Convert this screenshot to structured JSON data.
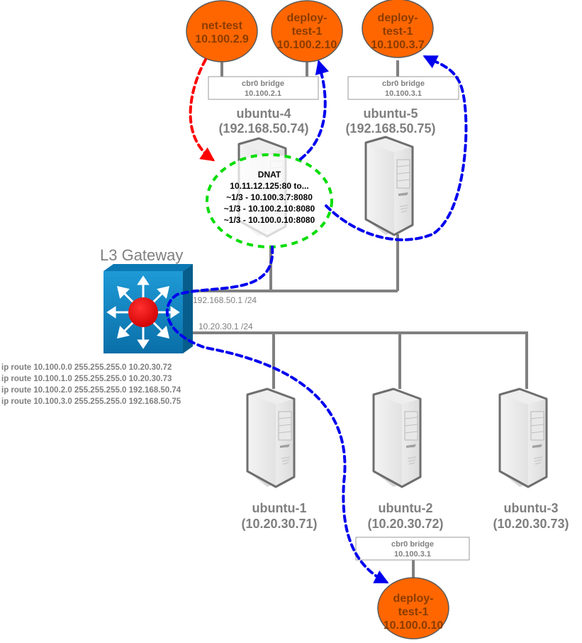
{
  "gateway": {
    "title": "L3 Gateway",
    "net_192": "192.168.50.1 /24",
    "net_10": "10.20.30.1 /24",
    "routes": [
      "ip route 10.100.0.0 255.255.255.0 10.20.30.72",
      "ip route 10.100.1.0 255.255.255.0 10.20.30.73",
      "ip route 10.100.2.0 255.255.255.0 192.168.50.74",
      "ip route 10.100.3.0 255.255.255.0 192.168.50.75"
    ]
  },
  "hosts": {
    "ubuntu4": {
      "name": "ubuntu-4",
      "ip": "(192.168.50.74)"
    },
    "ubuntu5": {
      "name": "ubuntu-5",
      "ip": "(192.168.50.75)"
    },
    "ubuntu1": {
      "name": "ubuntu-1",
      "ip": "(10.20.30.71)"
    },
    "ubuntu2": {
      "name": "ubuntu-2",
      "ip": "(10.20.30.72)"
    },
    "ubuntu3": {
      "name": "ubuntu-3",
      "ip": "(10.20.30.73)"
    }
  },
  "bridges": {
    "ubuntu4": {
      "label": "cbr0 bridge",
      "ip": "10.100.2.1"
    },
    "ubuntu5": {
      "label": "cbr0 bridge",
      "ip": "10.100.3.1"
    },
    "ubuntu2": {
      "label": "cbr0 bridge",
      "ip": "10.100.3.1"
    }
  },
  "pods": {
    "nettest": {
      "line1": "net-test",
      "line2": "10.100.2.9"
    },
    "deploy_u4": {
      "line1": "deploy-",
      "line2": "test-1",
      "line3": "10.100.2.10"
    },
    "deploy_u5": {
      "line1": "deploy-",
      "line2": "test-1",
      "line3": "10.100.3.7"
    },
    "deploy_u2": {
      "line1": "deploy-",
      "line2": "test-1",
      "line3": "10.100.0.10"
    }
  },
  "dnat": {
    "title": "DNAT",
    "lines": [
      "10.11.12.125:80 to...",
      "~1/3 - 10.100.3.7:8080",
      "~1/3 - 10.100.2.10:8080",
      "~1/3 - 10.100.0.10:8080"
    ]
  },
  "colors": {
    "pod_fill": "#ff6600",
    "pod_stroke": "#5a5a5a",
    "link": "#808080",
    "request_arrow": "#ff0000",
    "response_arrow": "#0000ee",
    "dnat_ring": "#00dd00",
    "gateway_blue": "#0a86c4",
    "gateway_core": "#ee0000"
  }
}
